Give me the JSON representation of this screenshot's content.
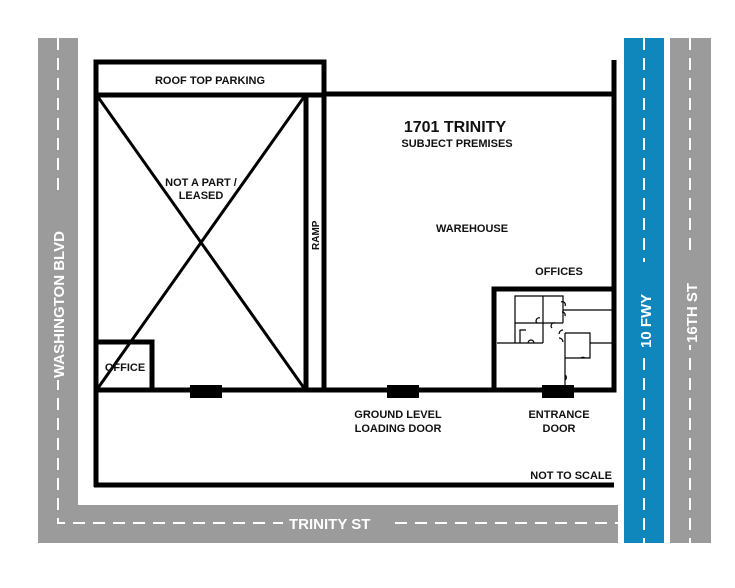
{
  "colors": {
    "road": "#9b9b9b",
    "freeway": "#0f87bd",
    "walls": "#000000",
    "lane_marking": "#ffffff"
  },
  "streets": {
    "west": "WASHINGTON BLVD",
    "south": "TRINITY ST",
    "freeway": "10 FWY",
    "east": "16TH ST"
  },
  "labels": {
    "roof_parking": "ROOF TOP PARKING",
    "not_a_part_1": "NOT A PART /",
    "not_a_part_2": "LEASED",
    "ramp": "RAMP",
    "office": "OFFICE",
    "title": "1701 TRINITY",
    "subtitle": "SUBJECT PREMISES",
    "warehouse": "WAREHOUSE",
    "offices": "OFFICES",
    "loading_1": "GROUND LEVEL",
    "loading_2": "LOADING DOOR",
    "entrance_1": "ENTRANCE",
    "entrance_2": "DOOR",
    "scale": "NOT TO SCALE"
  }
}
